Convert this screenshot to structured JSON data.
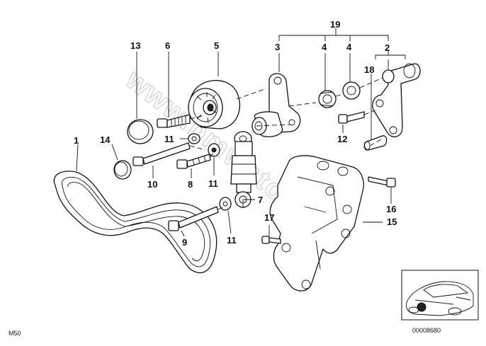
{
  "callouts": {
    "c1": "1",
    "c2": "2",
    "c3": "3",
    "c4a": "4",
    "c4b": "4",
    "c5": "5",
    "c6": "6",
    "c7": "7",
    "c8": "8",
    "c9": "9",
    "c10": "10",
    "c11a": "11",
    "c11b": "11",
    "c11c": "11",
    "c12": "12",
    "c13": "13",
    "c14": "14",
    "c15": "15",
    "c16": "16",
    "c17": "17",
    "c18": "18",
    "c19": "19"
  },
  "footer": {
    "model_code": "M50",
    "diagram_number": "00008680"
  },
  "watermark": {
    "text": "www.bmwstore.pl"
  },
  "colors": {
    "line": "#111111",
    "watermark": "#d4d4d4"
  }
}
